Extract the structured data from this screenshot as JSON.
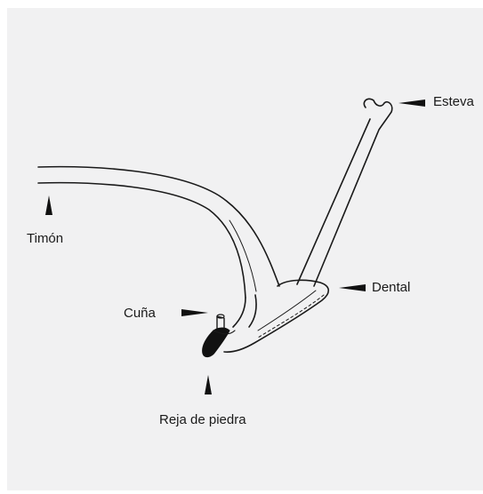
{
  "diagram": {
    "labels": {
      "esteva": "Esteva",
      "timon": "Timón",
      "dental": "Dental",
      "cuna": "Cuña",
      "reja": "Reja de piedra"
    }
  }
}
